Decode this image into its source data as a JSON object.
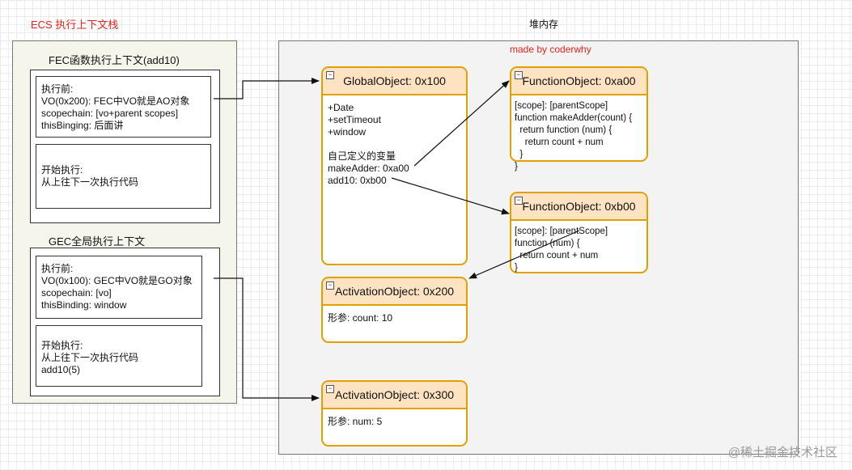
{
  "labels": {
    "ecs_title": "ECS 执行上下文栈",
    "heap_title": "堆内存",
    "made_by": "made by coderwhy",
    "watermark": "@稀土掘金技术社区"
  },
  "fec": {
    "title": "FEC函数执行上下文(add10)",
    "before": [
      "执行前:",
      "VO(0x200): FEC中VO就是AO对象",
      "scopechain: [vo+parent scopes]",
      "thisBinging: 后面讲"
    ],
    "start": [
      "开始执行:",
      "从上往下一次执行代码"
    ]
  },
  "gec": {
    "title": "GEC全局执行上下文",
    "before": [
      "执行前:",
      "VO(0x100): GEC中VO就是GO对象",
      "scopechain: [vo]",
      "thisBinding: window"
    ],
    "start": [
      "开始执行:",
      "从上往下一次执行代码",
      "add10(5)"
    ]
  },
  "heap": {
    "global_object": {
      "title": "GlobalObject: 0x100",
      "lines": [
        "+Date",
        "+setTimeout",
        "+window",
        "",
        "自己定义的变量",
        "makeAdder: 0xa00",
        "add10: 0xb00"
      ]
    },
    "function_a00": {
      "title": "FunctionObject: 0xa00",
      "lines": [
        "[scope]: [parentScope]",
        "function makeAdder(count) {",
        "  return function (num) {",
        "    return count + num",
        "  }",
        "}"
      ]
    },
    "function_b00": {
      "title": "FunctionObject: 0xb00",
      "lines": [
        "[scope]: [parentScope]",
        "function (num) {",
        "  return count + num",
        "}"
      ]
    },
    "activation_200": {
      "title": "ActivationObject: 0x200",
      "lines": [
        "形参: count: 10"
      ]
    },
    "activation_300": {
      "title": "ActivationObject: 0x300",
      "lines": [
        "形参: num: 5"
      ]
    }
  },
  "colors": {
    "accent_red": "#e8231e",
    "object_border": "#e0a000",
    "object_header": "#fde3c2",
    "ecs_panel_bg": "#f6f5ec",
    "heap_panel_bg": "#f3f3f3"
  }
}
